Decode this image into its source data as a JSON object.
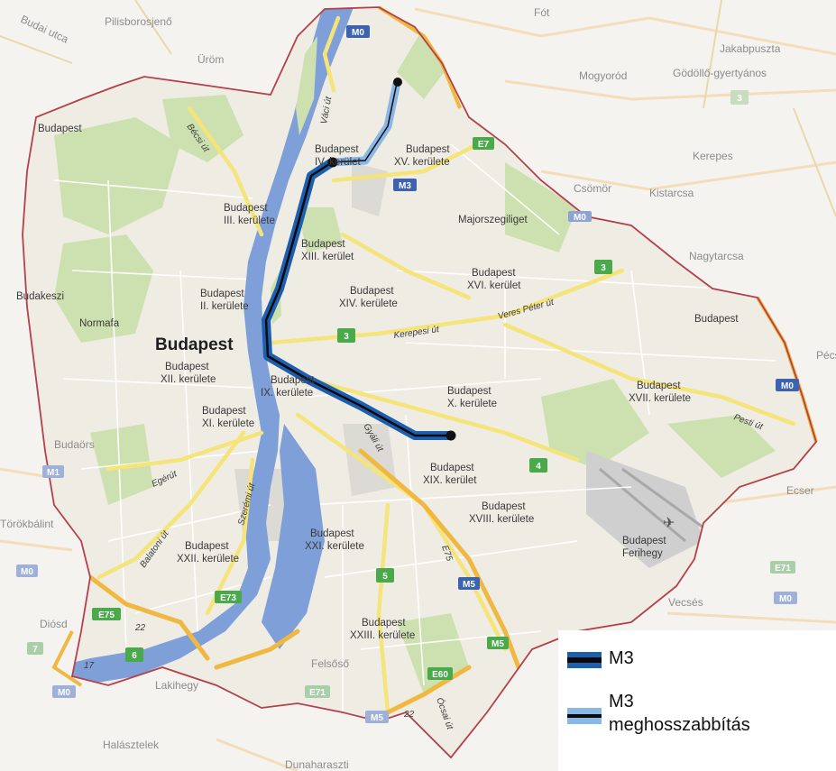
{
  "legend": [
    {
      "label": "M3",
      "sublabel": "",
      "style": "current",
      "color_outer": "#1c5fb0",
      "color_inner": "#0a0a0a"
    },
    {
      "label": "M3",
      "sublabel": "meghosszabbítás",
      "style": "extension",
      "color_outer": "#8ab8e6",
      "color_inner": "#0a0a0a"
    }
  ],
  "colors": {
    "line_current": "#1c5fb0",
    "line_extension": "#8ab8e6",
    "boundary": "#b4404a",
    "land_inside": "#efece4",
    "land_outside": "#f4f3f0",
    "water": "#7f9fd8",
    "park": "#cde1b0",
    "motorway": "#f0b840",
    "main_road": "#f5e47a",
    "shield_green": "#4aa94a",
    "shield_blue": "#3d62b0"
  },
  "places": {
    "city": "Budapest",
    "outside": [
      "Budai utca",
      "Pilisborosjenő",
      "Üröm",
      "Fót",
      "Mogyoród",
      "Jakabpuszta",
      "Gödöllő-gyertyános",
      "Csömör",
      "Kistarcsa",
      "Kerepes",
      "Nagytarcsa",
      "Budaörs",
      "Törökbálint",
      "Diósd",
      "Ecser",
      "Vecsés",
      "Felsőső",
      "Lakihegy",
      "Halásztelek",
      "Dunaharaszti",
      "Pécs",
      "Budakeszi",
      "Normafa",
      "Majorszegiliget",
      "Budapest"
    ],
    "districts": [
      {
        "name": "Budapest",
        "roman": "IV. kerület"
      },
      {
        "name": "Budapest",
        "roman": "XV. kerülete"
      },
      {
        "name": "Budapest",
        "roman": "III. kerülete"
      },
      {
        "name": "Budapest",
        "roman": "XIII. kerület"
      },
      {
        "name": "Budapest",
        "roman": "II. kerülete"
      },
      {
        "name": "Budapest",
        "roman": "XIV. kerülete"
      },
      {
        "name": "Budapest",
        "roman": "XVI. kerület"
      },
      {
        "name": "Budapest",
        "roman": "XII. kerülete"
      },
      {
        "name": "Budapest",
        "roman": "IX. kerülete"
      },
      {
        "name": "Budapest",
        "roman": "XI. kerülete"
      },
      {
        "name": "Budapest",
        "roman": "X. kerülete"
      },
      {
        "name": "Budapest",
        "roman": "XVII. kerülete"
      },
      {
        "name": "Budapest",
        "roman": "XIX. kerület"
      },
      {
        "name": "Budapest",
        "roman": "XVIII. kerülete"
      },
      {
        "name": "Budapest",
        "roman": "XXI. kerülete"
      },
      {
        "name": "Budapest",
        "roman": "XXII. kerülete"
      },
      {
        "name": "Budapest",
        "roman": "XXIII. kerülete"
      },
      {
        "name": "Budapest",
        "roman": "Ferihegy"
      }
    ],
    "roads": [
      "Váci út",
      "Bécsi út",
      "Kerepesi út",
      "Veres Péter út",
      "Pesti út",
      "Gyáli út",
      "Egérút",
      "Szerémi út",
      "Balatoni út",
      "Ócsai út"
    ],
    "shields": [
      "M0",
      "M3",
      "E7",
      "3",
      "3",
      "3",
      "M0",
      "M0",
      "4",
      "M1",
      "M0",
      "5",
      "M5",
      "M5",
      "E75",
      "E73",
      "E75",
      "22",
      "6",
      "7",
      "17",
      "E60",
      "E71",
      "M5",
      "22",
      "M0",
      "E71",
      "M0"
    ]
  }
}
